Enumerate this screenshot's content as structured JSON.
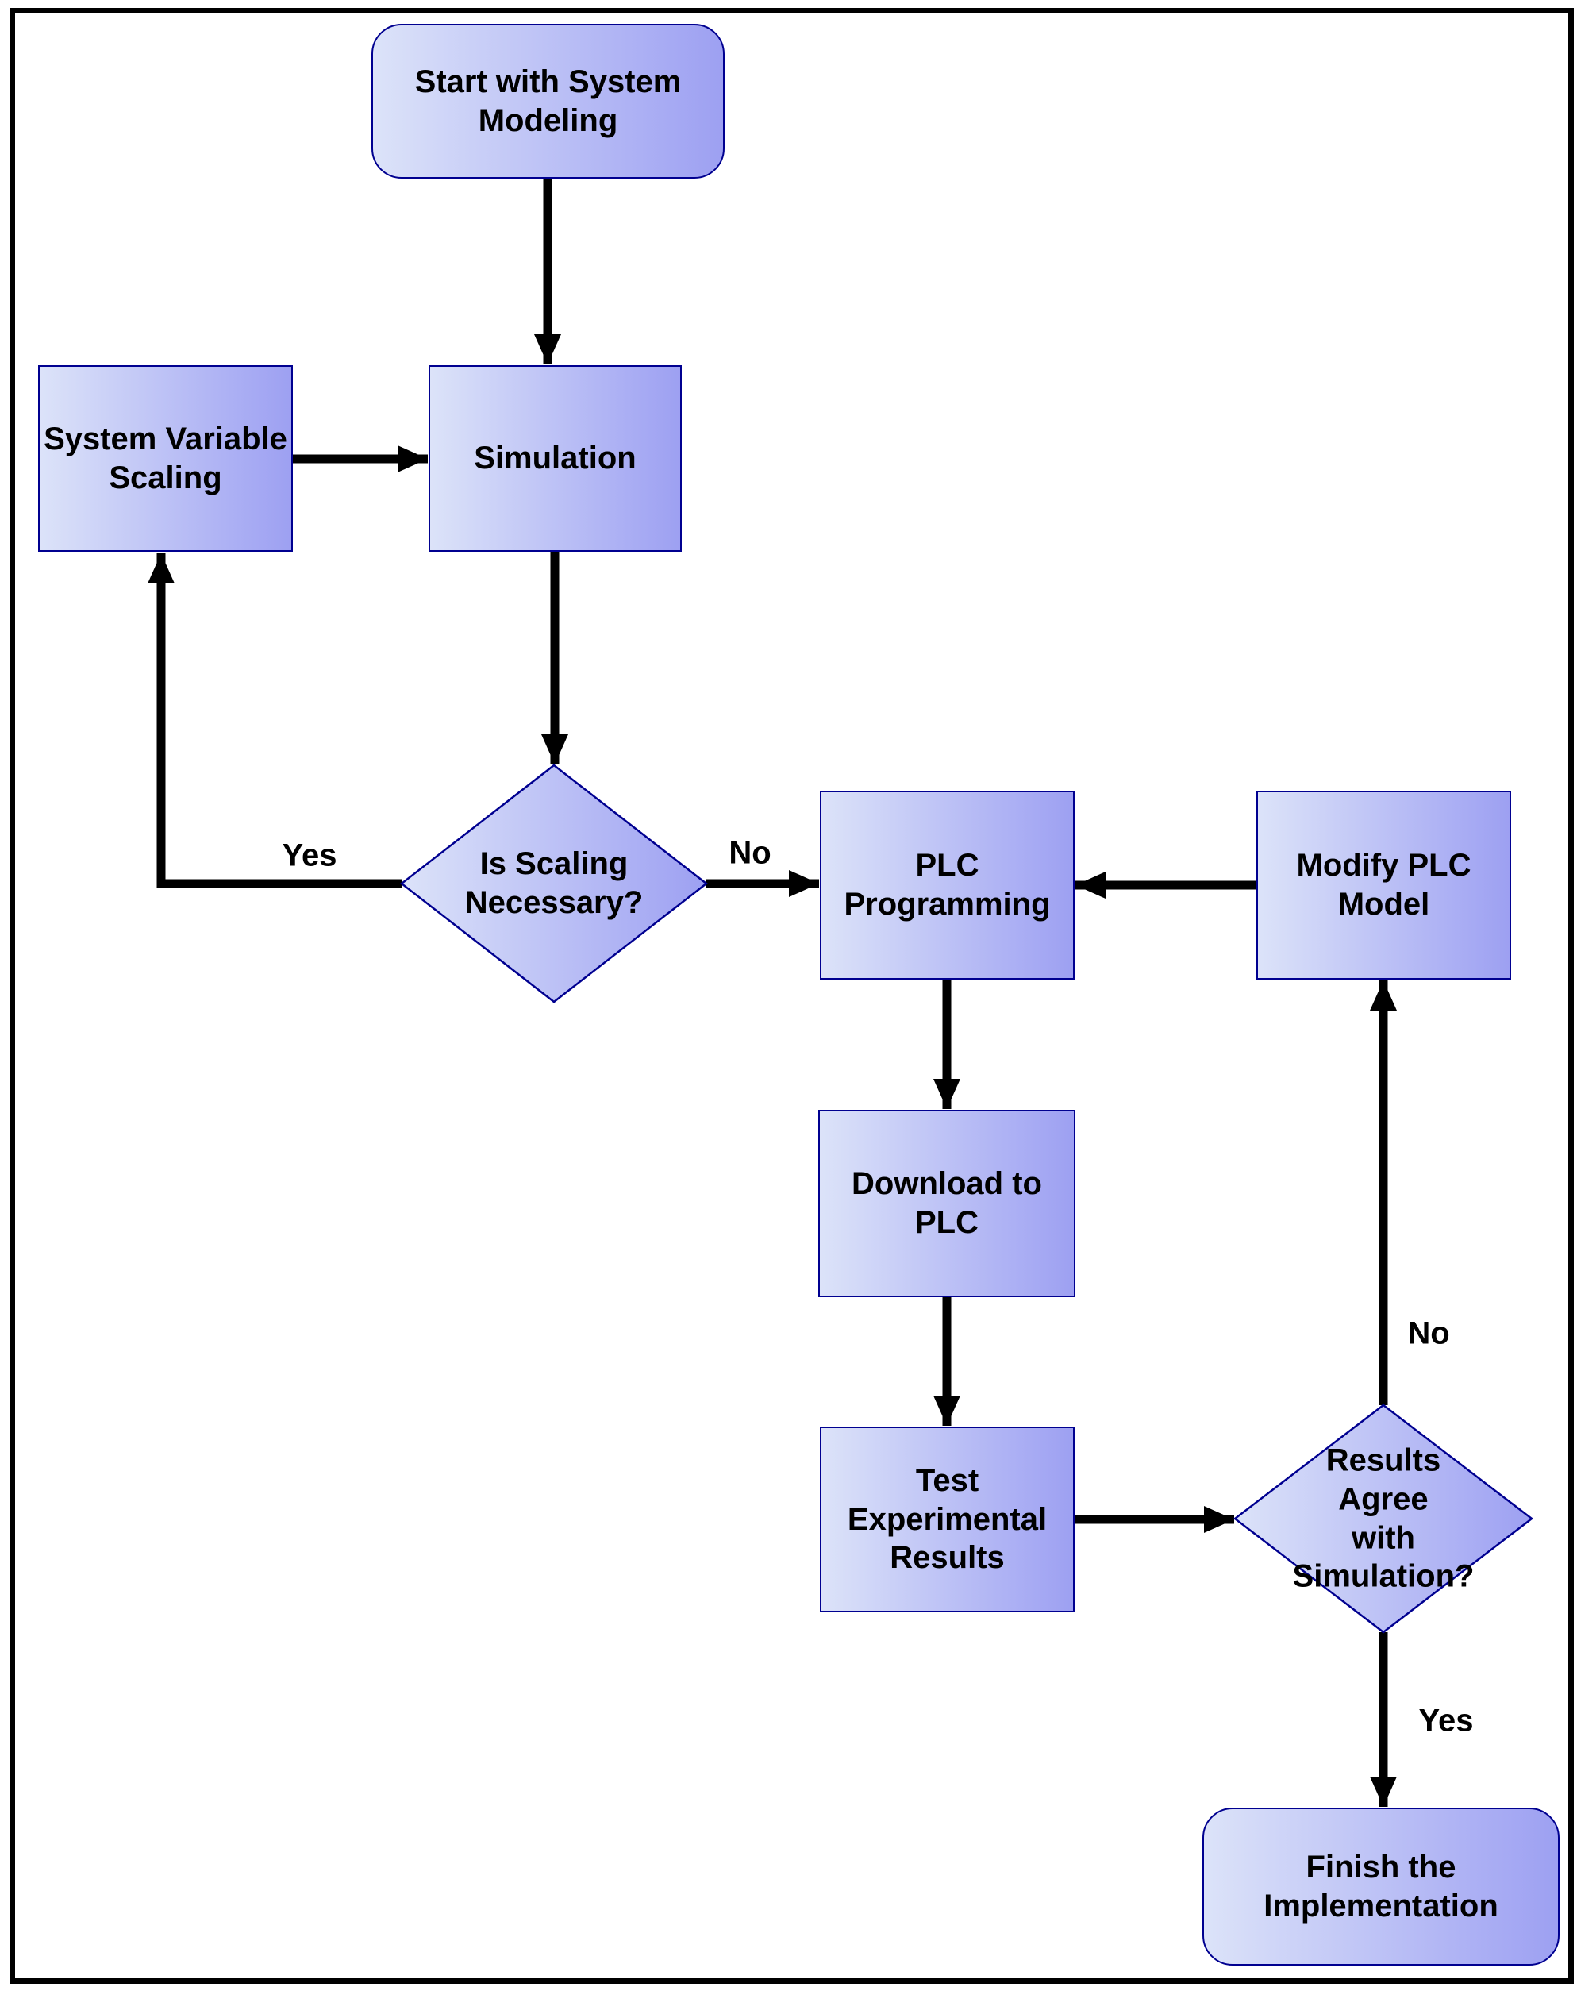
{
  "nodes": {
    "start": {
      "label": "Start with System\nModeling"
    },
    "scaling": {
      "label": "System Variable\nScaling"
    },
    "simulation": {
      "label": "Simulation"
    },
    "decision_scaling": {
      "label": "Is Scaling\nNecessary?"
    },
    "plc_programming": {
      "label": "PLC\nProgramming"
    },
    "modify_plc": {
      "label": "Modify PLC\nModel"
    },
    "download_plc": {
      "label": "Download to\nPLC"
    },
    "test_results": {
      "label": "Test\nExperimental\nResults"
    },
    "decision_results": {
      "label": "Results Agree\nwith Simulation?"
    },
    "finish": {
      "label": "Finish the\nImplementation"
    }
  },
  "edge_labels": {
    "scaling_yes": "Yes",
    "scaling_no": "No",
    "results_no": "No",
    "results_yes": "Yes"
  },
  "colors": {
    "node_fill_light": "#dce3f9",
    "node_fill_dark": "#9da0f2",
    "node_border": "#000090",
    "connector": "#000000",
    "frame": "#000000",
    "text": "#000000",
    "background": "#ffffff"
  }
}
